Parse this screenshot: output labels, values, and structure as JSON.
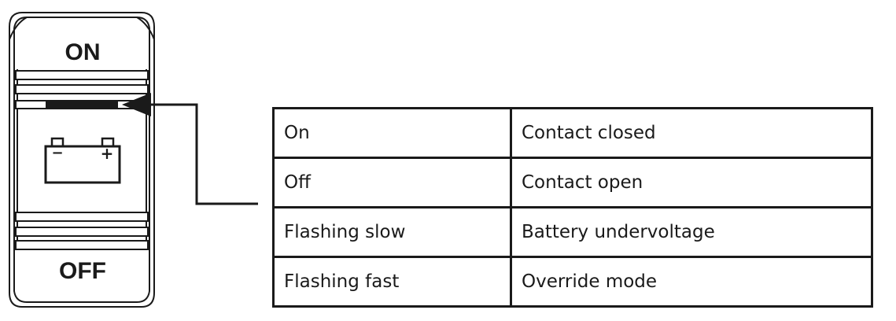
{
  "switch": {
    "top_label": "ON",
    "bottom_label": "OFF",
    "icon": "battery-icon",
    "icon_minus": "−",
    "icon_plus": "+"
  },
  "led_states": {
    "rows": [
      {
        "state": "On",
        "meaning": "Contact closed"
      },
      {
        "state": "Off",
        "meaning": "Contact open"
      },
      {
        "state": "Flashing slow",
        "meaning": "Battery undervoltage"
      },
      {
        "state": "Flashing fast",
        "meaning": "Override mode"
      }
    ]
  },
  "colors": {
    "line": "#1a1a1a",
    "background": "#ffffff"
  }
}
